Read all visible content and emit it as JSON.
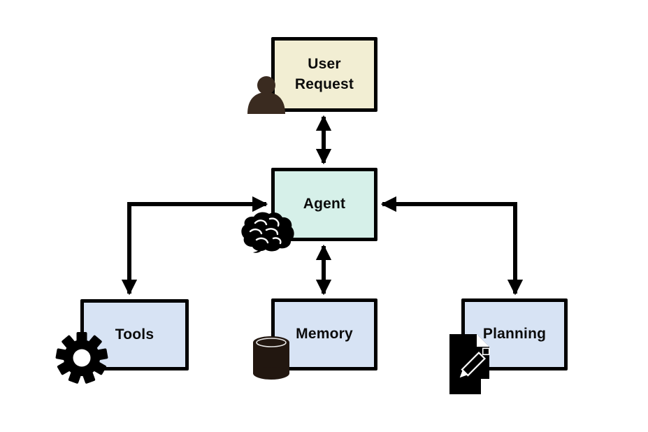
{
  "nodes": {
    "user_request": {
      "label": "User\nRequest",
      "fill": "#f2eed3"
    },
    "agent": {
      "label": "Agent",
      "fill": "#d6f0e9"
    },
    "tools": {
      "label": "Tools",
      "fill": "#d7e3f4"
    },
    "memory": {
      "label": "Memory",
      "fill": "#d7e3f4"
    },
    "planning": {
      "label": "Planning",
      "fill": "#d7e3f4"
    }
  },
  "icons": {
    "person": {
      "name": "person-icon",
      "color": "#3a2b20"
    },
    "brain": {
      "name": "brain-icon",
      "color": "#000000"
    },
    "gear": {
      "name": "gear-icon",
      "color": "#000000"
    },
    "database": {
      "name": "database-icon",
      "color": "#221710"
    },
    "document_pencil": {
      "name": "document-pencil-icon",
      "color": "#000000"
    }
  },
  "edges": [
    {
      "from": "User Request",
      "to": "Agent",
      "type": "bidirectional-vertical"
    },
    {
      "from": "Agent",
      "to": "Memory",
      "type": "bidirectional-vertical"
    },
    {
      "from": "Agent",
      "to": "Tools",
      "type": "elbow-double-headed"
    },
    {
      "from": "Agent",
      "to": "Planning",
      "type": "elbow-double-headed"
    }
  ],
  "style": {
    "background": "#ffffff",
    "border_color": "#000000",
    "arrow_color": "#000000",
    "label_color": "#0b0b0b"
  }
}
